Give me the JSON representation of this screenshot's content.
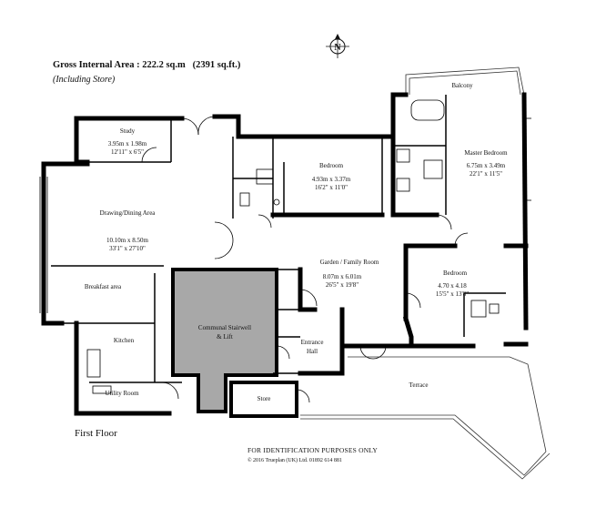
{
  "header": {
    "area_label": "Gross Internal Area",
    "area_metric": ":  222.2 sq.m",
    "area_imperial": "(2391 sq.ft.)",
    "including": "(Including Store)"
  },
  "compass": {
    "letter": "N"
  },
  "floor_label": "First Floor",
  "footer": {
    "disclaimer": "FOR IDENTIFICATION PURPOSES ONLY",
    "copyright": "© 2016 Trueplan (UK) Ltd. 01892 614 881"
  },
  "rooms": {
    "study": {
      "name": "Study",
      "dim_m": "3.95m  x  1.98m",
      "dim_ft": "12'11\"  x  6'5\""
    },
    "drawing": {
      "name": "Drawing/Dining Area",
      "dim_m": "10.10m  x  8.50m",
      "dim_ft": "33'1\"  x  27'10\""
    },
    "breakfast": {
      "name": "Breakfast area"
    },
    "kitchen": {
      "name": "Kitchen"
    },
    "utility": {
      "name": "Utility Room"
    },
    "stairwell": {
      "name_line1": "Communal Stairwell",
      "name_line2": "& Lift"
    },
    "store": {
      "name": "Store"
    },
    "entrance": {
      "name_line1": "Entrance",
      "name_line2": "Hall"
    },
    "garden": {
      "name": "Garden / Family Room",
      "dim_m": "8.07m  x  6.01m",
      "dim_ft": "26'5\"  x  19'8\""
    },
    "bedroom1": {
      "name": "Bedroom",
      "dim_m": "4.93m  x  3.37m",
      "dim_ft": "16'2\"  x  11'0\""
    },
    "master": {
      "name": "Master Bedroom",
      "dim_m": "6.75m  x  3.49m",
      "dim_ft": "22'1\"  x  11'5\""
    },
    "bedroom2": {
      "name": "Bedroom",
      "dim_m": "4.70  x  4.18",
      "dim_ft": "15'5\"  x  13'8\""
    },
    "balcony": {
      "name": "Balcony"
    },
    "terrace": {
      "name": "Terrace"
    }
  }
}
